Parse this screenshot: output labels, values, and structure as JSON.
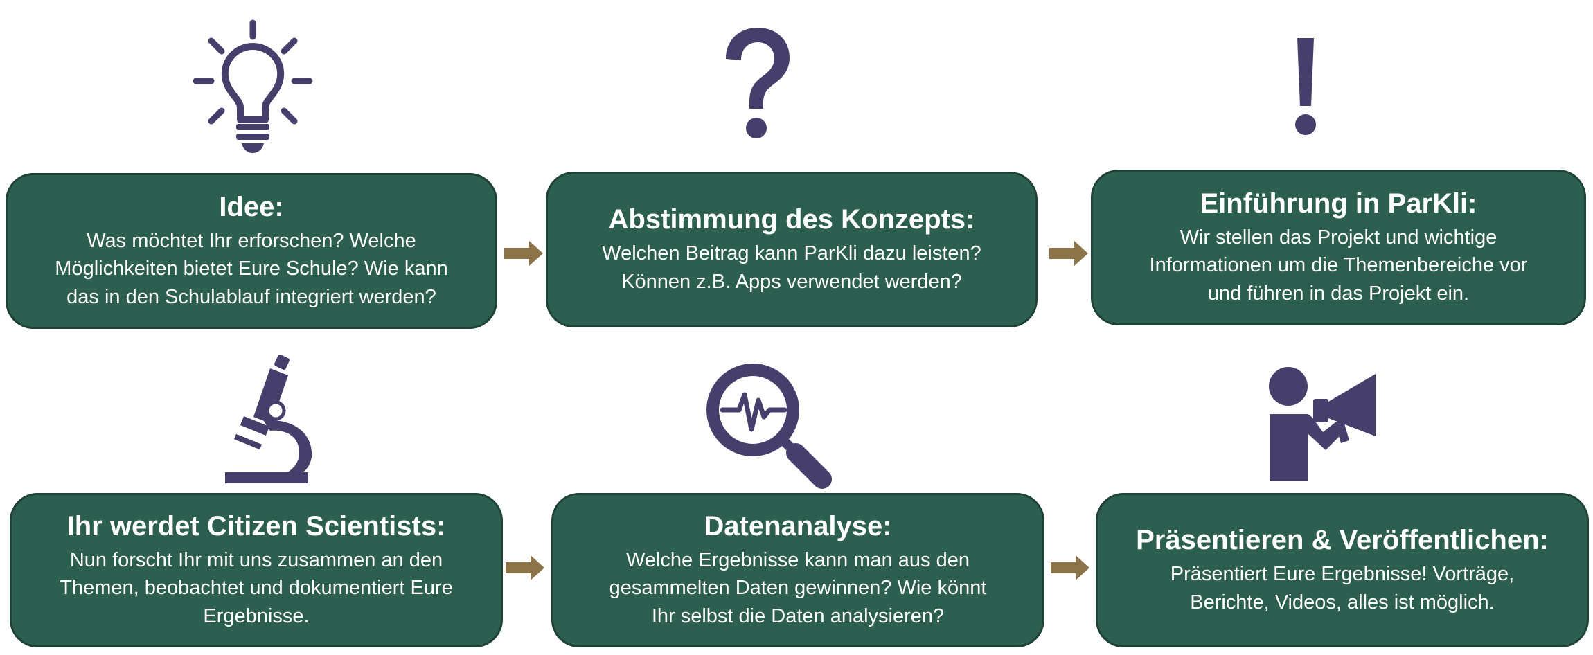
{
  "colors": {
    "card_fill": "#2c5f4f",
    "card_border": "#1e4238",
    "card_text": "#ffffff",
    "icon": "#463f6b",
    "arrow": "#8c7448"
  },
  "steps": [
    {
      "icon": "lightbulb-icon",
      "title": "Idee:",
      "body": "Was möchtet Ihr erforschen? Welche\nMöglichkeiten bietet Eure Schule? Wie kann\ndas in den Schulablauf integriert werden?"
    },
    {
      "icon": "question-mark-icon",
      "title": "Abstimmung des Konzepts:",
      "body": "Welchen Beitrag kann ParKli dazu leisten?\nKönnen z.B. Apps verwendet werden?"
    },
    {
      "icon": "exclamation-mark-icon",
      "title": "Einführung in ParKli:",
      "body": "Wir stellen das Projekt und wichtige\nInformationen um die Themenbereiche vor\nund führen in das Projekt ein."
    },
    {
      "icon": "microscope-icon",
      "title": "Ihr werdet Citizen Scientists:",
      "body": "Nun forscht Ihr mit uns zusammen an den\nThemen, beobachtet und dokumentiert Eure\nErgebnisse."
    },
    {
      "icon": "magnifier-analysis-icon",
      "title": "Datenanalyse:",
      "body": "Welche Ergebnisse kann man aus den\ngesammelten Daten gewinnen? Wie könnt\nIhr selbst die Daten analysieren?"
    },
    {
      "icon": "megaphone-person-icon",
      "title": "Präsentieren & Veröffentlichen:",
      "body": "Präsentiert Eure Ergebnisse! Vorträge,\nBerichte, Videos, alles ist möglich."
    }
  ]
}
